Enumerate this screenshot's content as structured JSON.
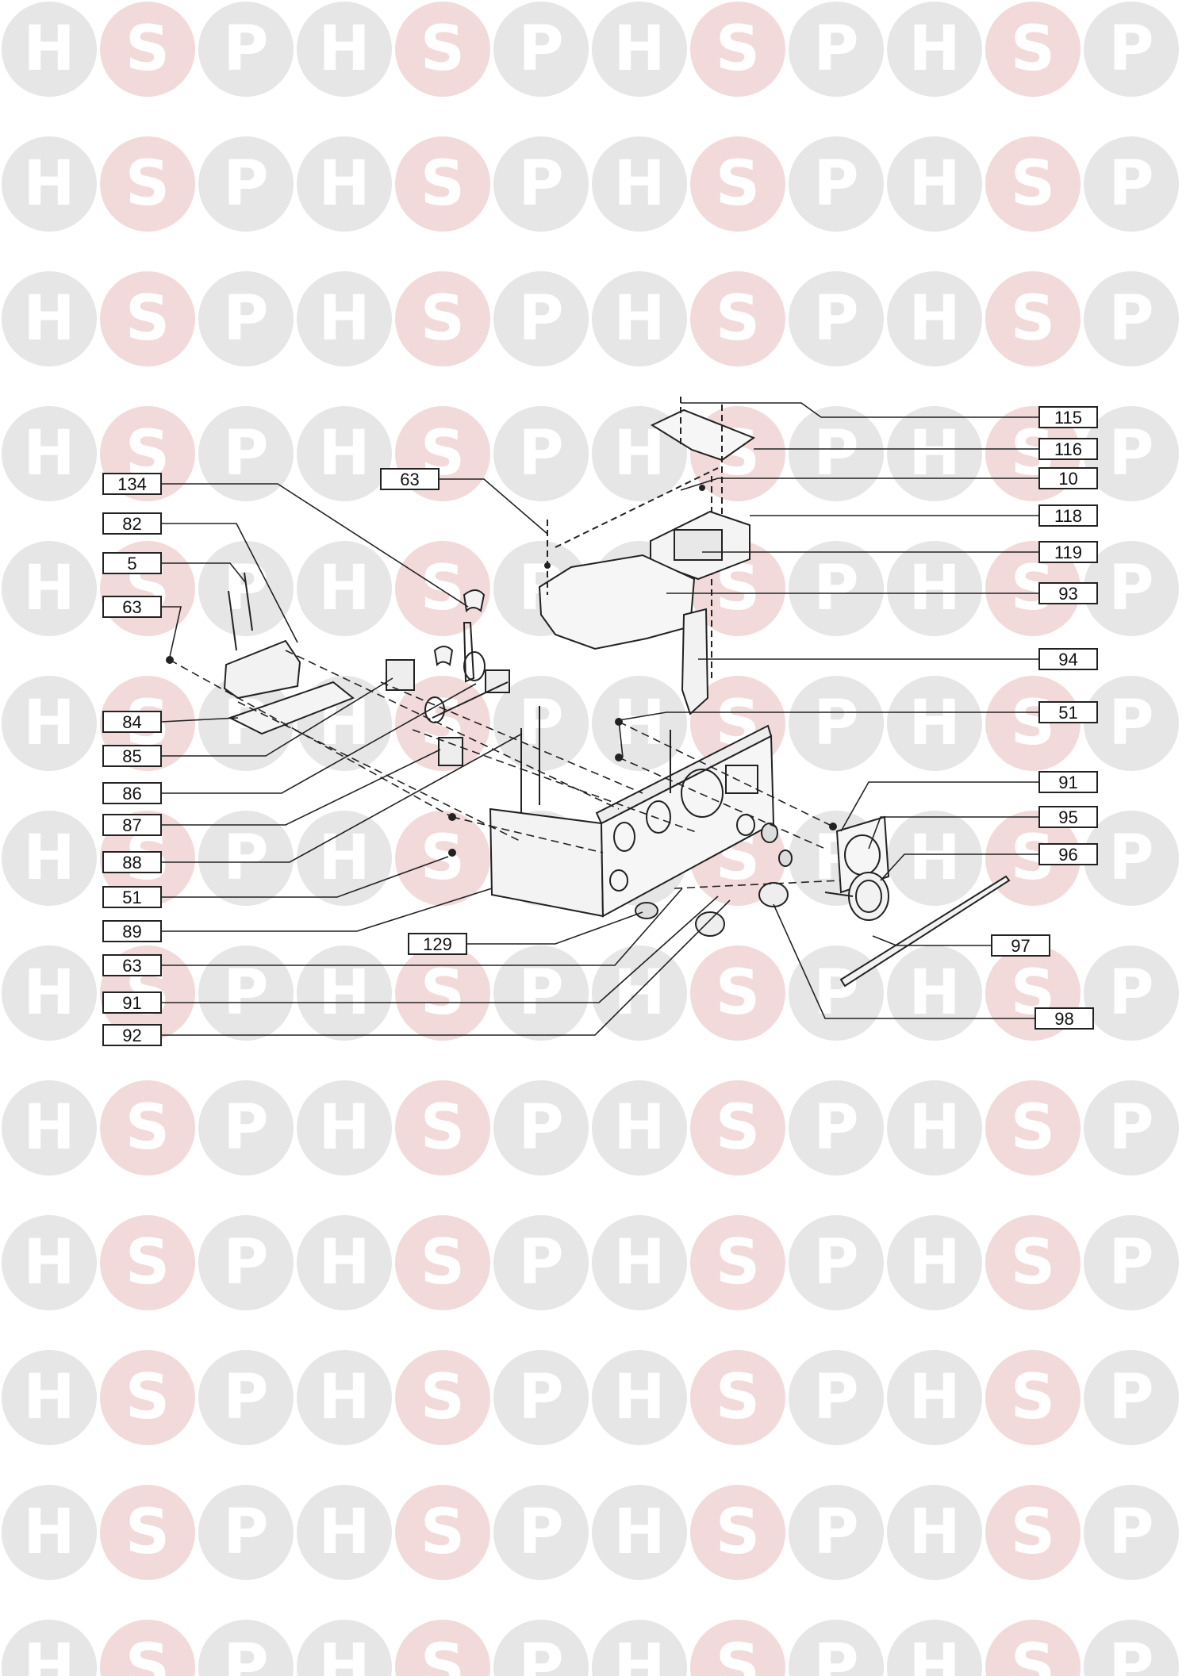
{
  "watermark": {
    "letters": [
      "H",
      "S",
      "P"
    ],
    "circle_color": "#e6e6e6",
    "hs_letter_color": "#ffffff",
    "s_circle_color": "#f2dada"
  },
  "callouts": {
    "left": [
      "134",
      "82",
      "5",
      "63",
      "84",
      "85",
      "86",
      "87",
      "88",
      "51",
      "89",
      "63",
      "91",
      "92"
    ],
    "center": [
      "63",
      "129"
    ],
    "right": [
      "115",
      "116",
      "10",
      "118",
      "119",
      "93",
      "94",
      "51",
      "91",
      "95",
      "96",
      "97",
      "98"
    ]
  },
  "colors": {
    "line": "#222222",
    "box_border": "#222222"
  }
}
